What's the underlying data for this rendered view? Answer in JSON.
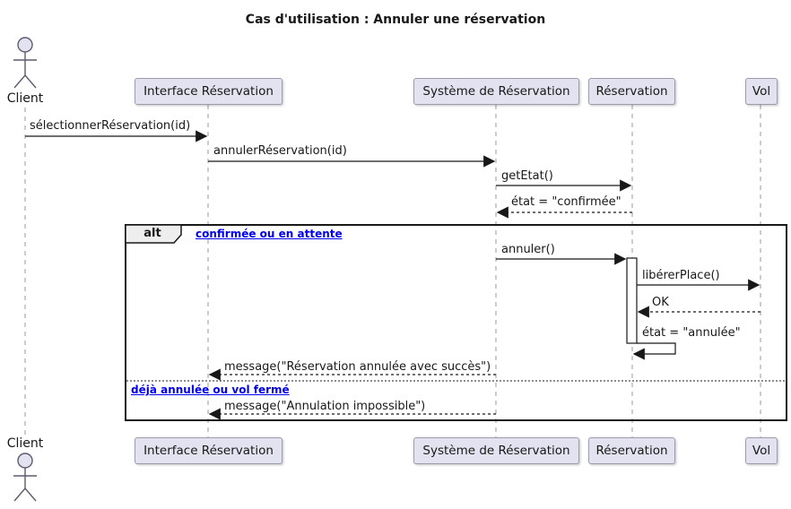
{
  "title": "Cas d'utilisation : Annuler une réservation",
  "actor": {
    "label": "Client"
  },
  "participants": [
    {
      "label": "Interface Réservation"
    },
    {
      "label": "Système de Réservation"
    },
    {
      "label": "Réservation"
    },
    {
      "label": "Vol"
    }
  ],
  "messages": {
    "m1": "sélectionnerRéservation(id)",
    "m2": "annulerRéservation(id)",
    "m3": "getEtat()",
    "m4": "état = \"confirmée\"",
    "m5": "annuler()",
    "m6": "libérerPlace()",
    "m7": "OK",
    "m8": "état = \"annulée\"",
    "m9": "message(\"Réservation annulée avec succès\")",
    "m10": "message(\"Annulation impossible\")"
  },
  "alt_frame": {
    "operator": "alt",
    "condition1": "confirmée ou en attente",
    "condition2": "déjà annulée ou vol fermé"
  },
  "colors": {
    "participant_fill": "#E2E2F0",
    "participant_border": "#9B9BAB",
    "frame_border": "#181818",
    "pentagon_fill": "#EEEEEE",
    "condition_link": "#0000EE",
    "lifeline": "#999999",
    "text": "#181818"
  }
}
